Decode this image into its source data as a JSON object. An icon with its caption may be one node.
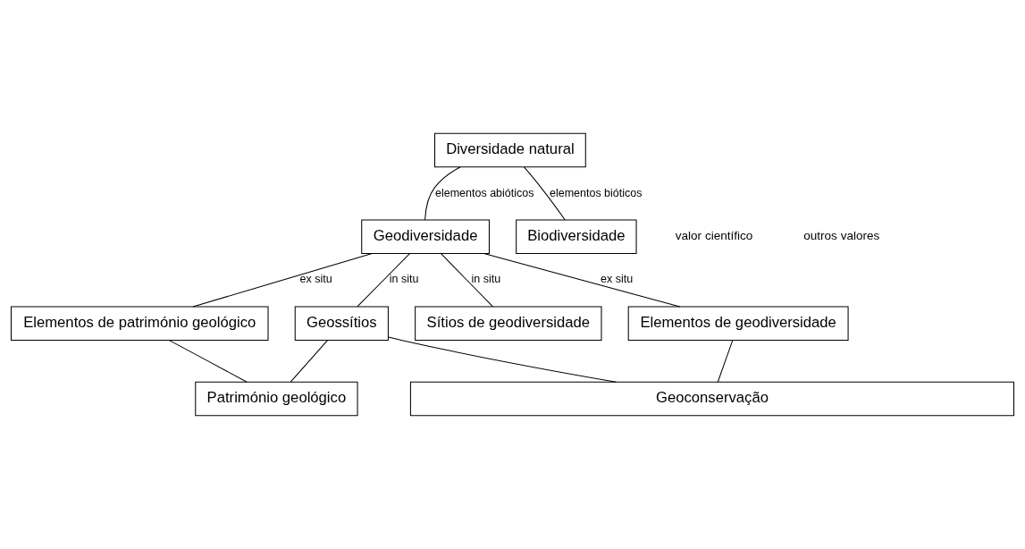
{
  "diagram": {
    "nodes": [
      {
        "text": [
          "Diversidade natural"
        ]
      },
      {
        "text": [
          "Geodiversidade"
        ]
      },
      {
        "text": [
          "Biodiversidade"
        ]
      },
      {
        "text": [
          "Geossítios"
        ]
      },
      {
        "text": [
          "Elementos de património geológico"
        ]
      },
      {
        "text": [
          "Sítios de geodiversidade"
        ]
      },
      {
        "text": [
          "Elementos de geodiversidade"
        ]
      },
      {
        "text": [
          "Património geológico"
        ]
      },
      {
        "text": [
          "Geoconservação"
        ]
      }
    ],
    "edges": [
      {
        "from": 0,
        "to": 1,
        "arrow": "none",
        "label": "elementos abióticos"
      },
      {
        "from": 0,
        "to": 2,
        "arrow": "none",
        "label": "elementos bióticos"
      },
      {
        "from": 1,
        "to": 3,
        "arrow": "none",
        "label": "in situ"
      },
      {
        "from": 1,
        "to": 4,
        "arrow": "none",
        "label": "ex situ"
      },
      {
        "from": 1,
        "to": 5,
        "arrow": "none",
        "label": "in situ"
      },
      {
        "from": 1,
        "to": 6,
        "arrow": "none",
        "label": "ex situ"
      },
      {
        "from": 3,
        "to": 7,
        "arrow": "none"
      },
      {
        "from": 4,
        "to": 7,
        "arrow": "none"
      },
      {
        "from": 3,
        "to": 8,
        "arrow": "none"
      },
      {
        "from": 6,
        "to": 8,
        "arrow": "none"
      }
    ],
    "labels": [
      "valor científico",
      "outros valores"
    ]
  }
}
